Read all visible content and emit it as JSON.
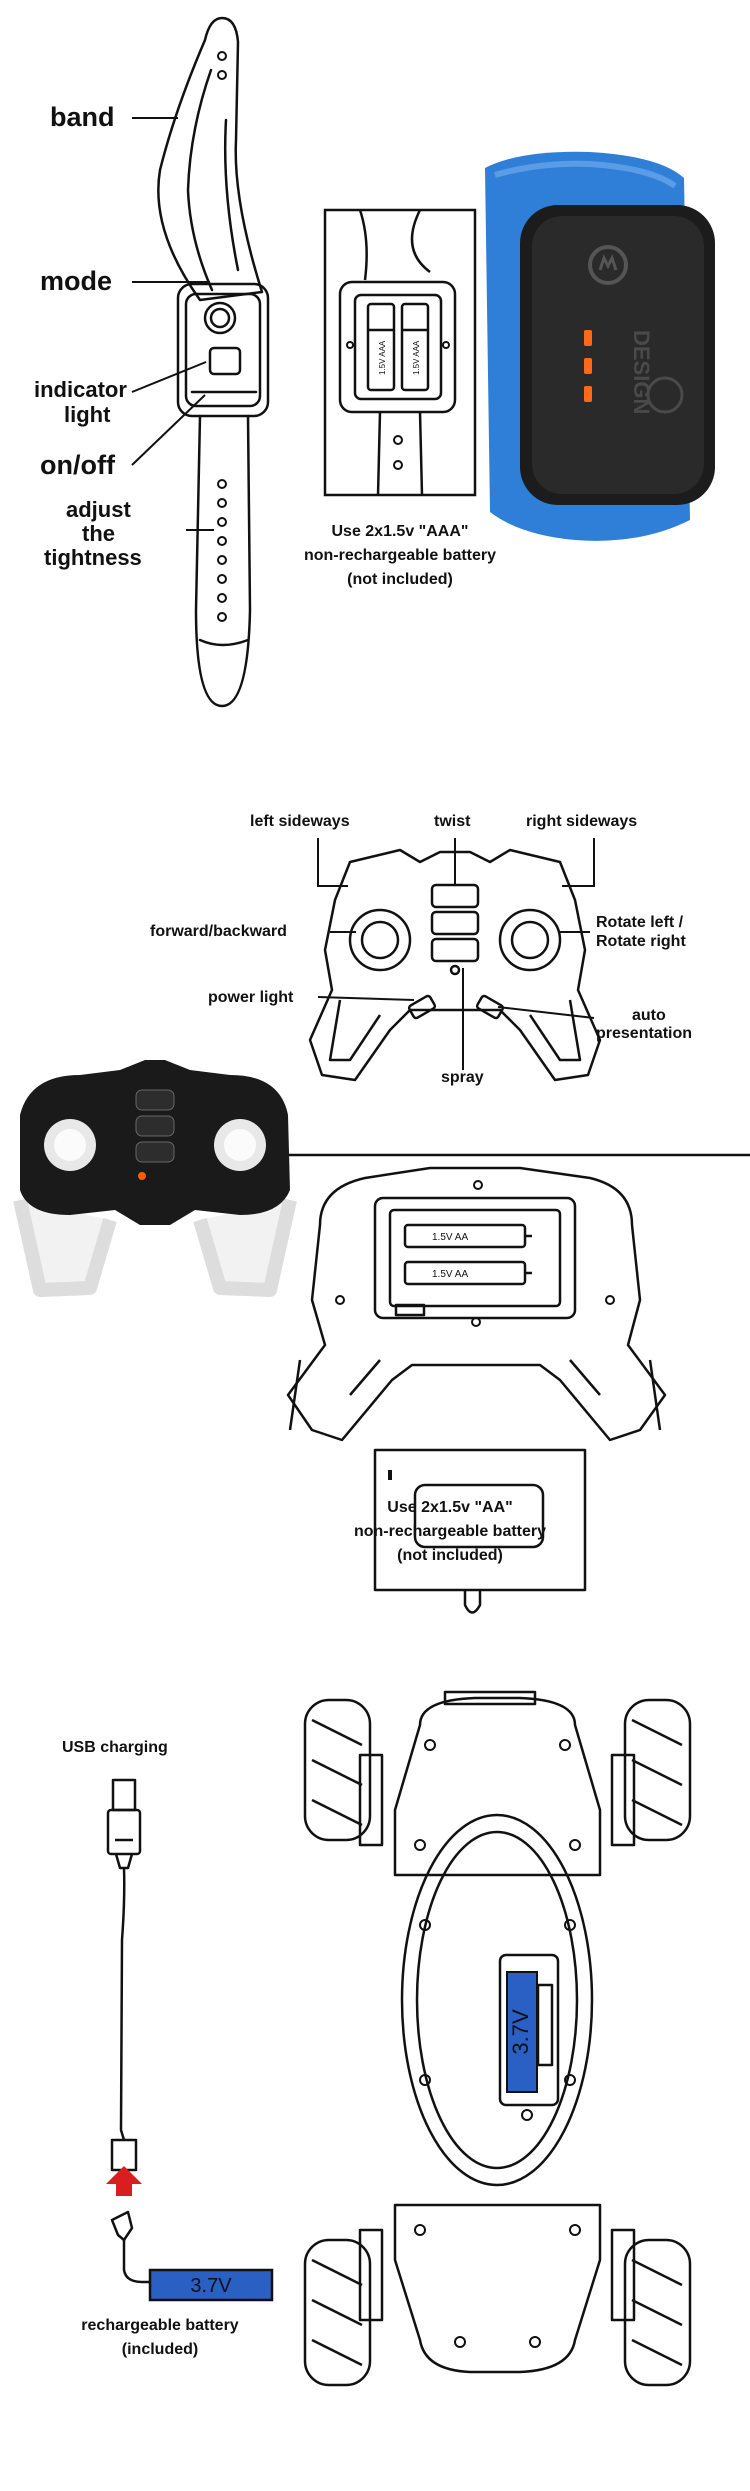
{
  "section1": {
    "labels": {
      "band": "band",
      "mode": "mode",
      "indicator": "indicator",
      "light": "light",
      "onoff": "on/off",
      "adjust": "adjust",
      "the": "the",
      "tightness": "tightness"
    },
    "watch_battery_text": "1.5V AAA",
    "watch_brand_text": "DESIGN",
    "note": [
      "Use 2x1.5v \"AAA\"",
      "non-rechargeable battery",
      "(not included)"
    ],
    "colors": {
      "band_blue": "#2f7fd8",
      "body_black": "#1c1c1c",
      "led_orange": "#ff6a1a"
    }
  },
  "section2": {
    "labels": {
      "left_sideways": "left sideways",
      "twist": "twist",
      "right_sideways": "right sideways",
      "forward_backward": "forward/backward",
      "rotate_1": "Rotate left /",
      "rotate_2": "Rotate right",
      "power_light": "power light",
      "auto_1": "auto",
      "auto_2": "presentation",
      "spray": "spray"
    },
    "battery_text": "1.5V AA",
    "note": [
      "Use 2x1.5v \"AA\"",
      "non-rechargeable battery",
      "(not included)"
    ],
    "colors": {
      "remote_black": "#1a1a1a",
      "grip_white": "#f2f2f2"
    }
  },
  "section3": {
    "usb_label": "USB charging",
    "battery_label": "3.7V",
    "car_battery_label": "3.7V",
    "note": [
      "rechargeable battery",
      "(included)"
    ],
    "colors": {
      "battery_blue": "#2a5fc4",
      "arrow_red": "#d81e1e"
    }
  }
}
